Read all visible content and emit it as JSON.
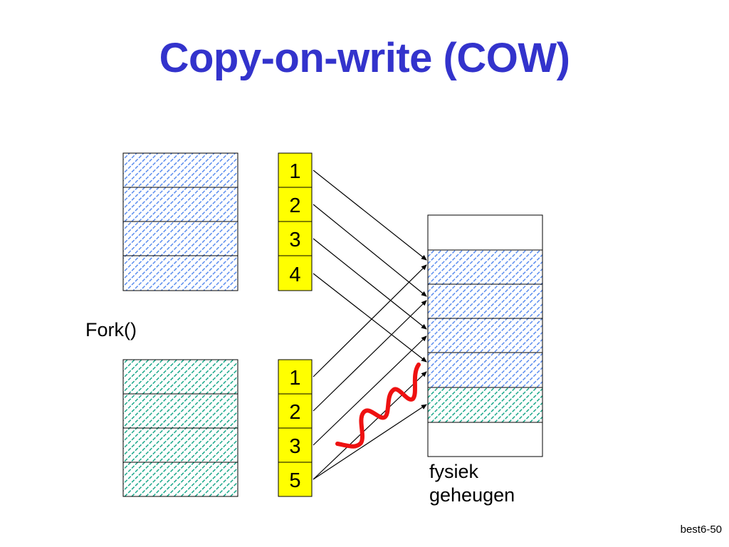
{
  "title": "Copy-on-write (COW)",
  "parent_page_table": [
    "1",
    "2",
    "3",
    "4"
  ],
  "child_page_table": [
    "1",
    "2",
    "3",
    "5"
  ],
  "fork_label": "Fork()",
  "memory_label_line1": "fysiek",
  "memory_label_line2": "geheugen",
  "footer": "best6-50",
  "colors": {
    "title": "#3333cc",
    "blue_hatch": "#5b8def",
    "green_hatch": "#1aa88a",
    "page_table_fill": "#ffff00",
    "squiggle": "#ee1111"
  }
}
